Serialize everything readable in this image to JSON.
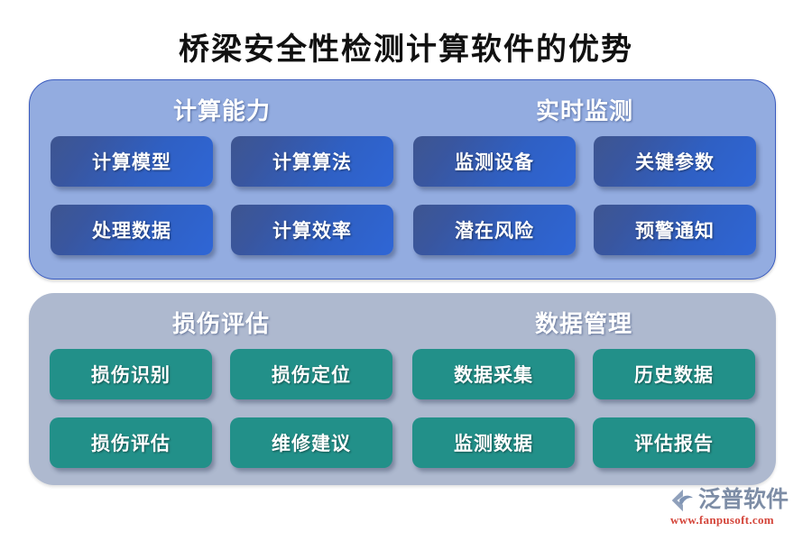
{
  "title": "桥梁安全性检测计算软件的优势",
  "colors": {
    "panel_blue_bg": "#93ace0",
    "panel_blue_border": "#3a5bbf",
    "panel_gray_bg": "#aeb9cf",
    "chip_blue_start": "#3e5590",
    "chip_blue_end": "#2f66d6",
    "chip_green": "#229089",
    "title_text": "#111111",
    "section_title_text": "#ffffff",
    "logo_word": "#7d8da6",
    "logo_url": "#d4453a"
  },
  "panels": [
    {
      "id": "panel-top",
      "style": "blue",
      "sections": [
        {
          "id": "section-compute",
          "title": "计算能力",
          "chips": [
            "计算模型",
            "计算算法",
            "处理数据",
            "计算效率"
          ]
        },
        {
          "id": "section-realtime",
          "title": "实时监测",
          "chips": [
            "监测设备",
            "关键参数",
            "潜在风险",
            "预警通知"
          ]
        }
      ]
    },
    {
      "id": "panel-bottom",
      "style": "gray",
      "sections": [
        {
          "id": "section-damage",
          "title": "损伤评估",
          "chips": [
            "损伤识别",
            "损伤定位",
            "损伤评估",
            "维修建议"
          ]
        },
        {
          "id": "section-data",
          "title": "数据管理",
          "chips": [
            "数据采集",
            "历史数据",
            "监测数据",
            "评估报告"
          ]
        }
      ]
    }
  ],
  "logo": {
    "mark": "fanpu-swoosh-icon",
    "name": "泛普软件",
    "url": "www.fanpusoft.com"
  }
}
